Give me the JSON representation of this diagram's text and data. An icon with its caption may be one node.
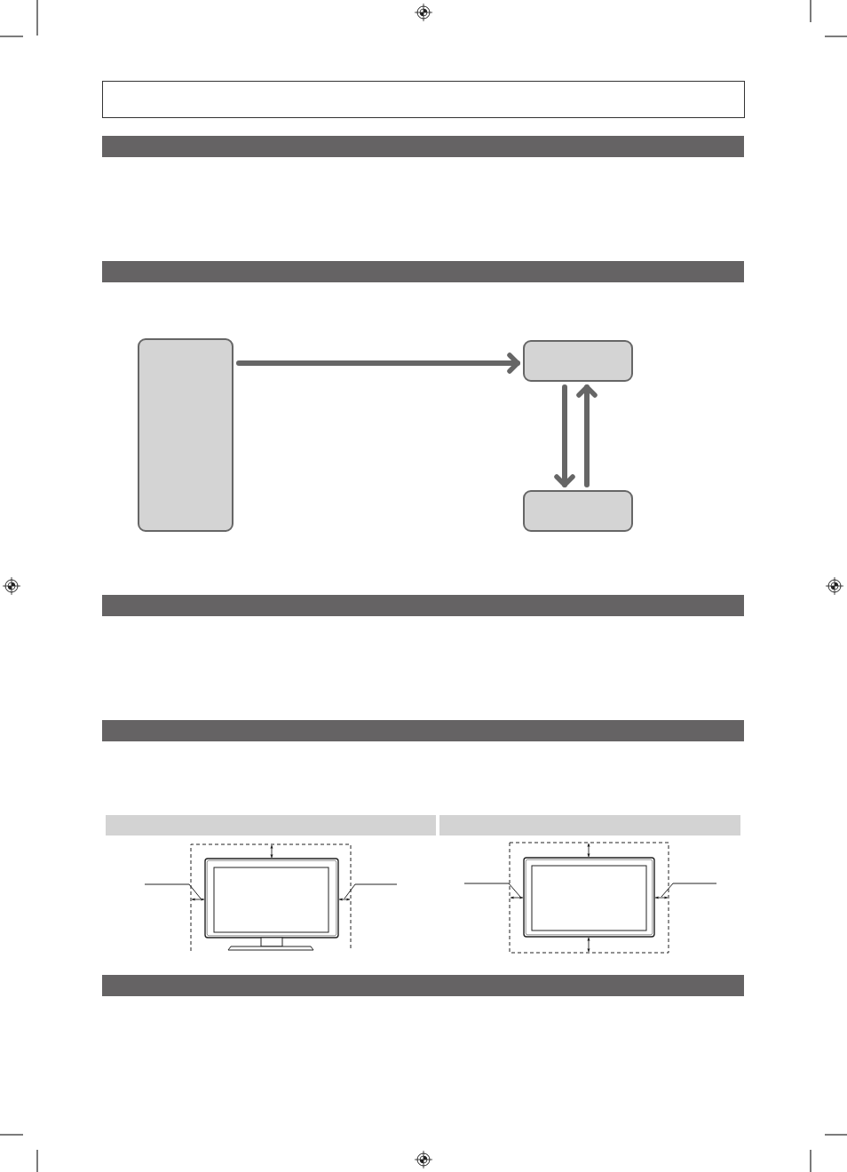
{
  "diagram": {
    "nodes": [
      {
        "text": [],
        "shape": "box"
      },
      {
        "text": [],
        "shape": "box"
      },
      {
        "text": [],
        "shape": "box"
      }
    ],
    "edges": [
      {
        "from": 0,
        "to": 1,
        "arrow": "to"
      },
      {
        "from": 1,
        "to": 2,
        "arrow": "to"
      },
      {
        "from": 2,
        "to": 1,
        "arrow": "to"
      }
    ]
  }
}
